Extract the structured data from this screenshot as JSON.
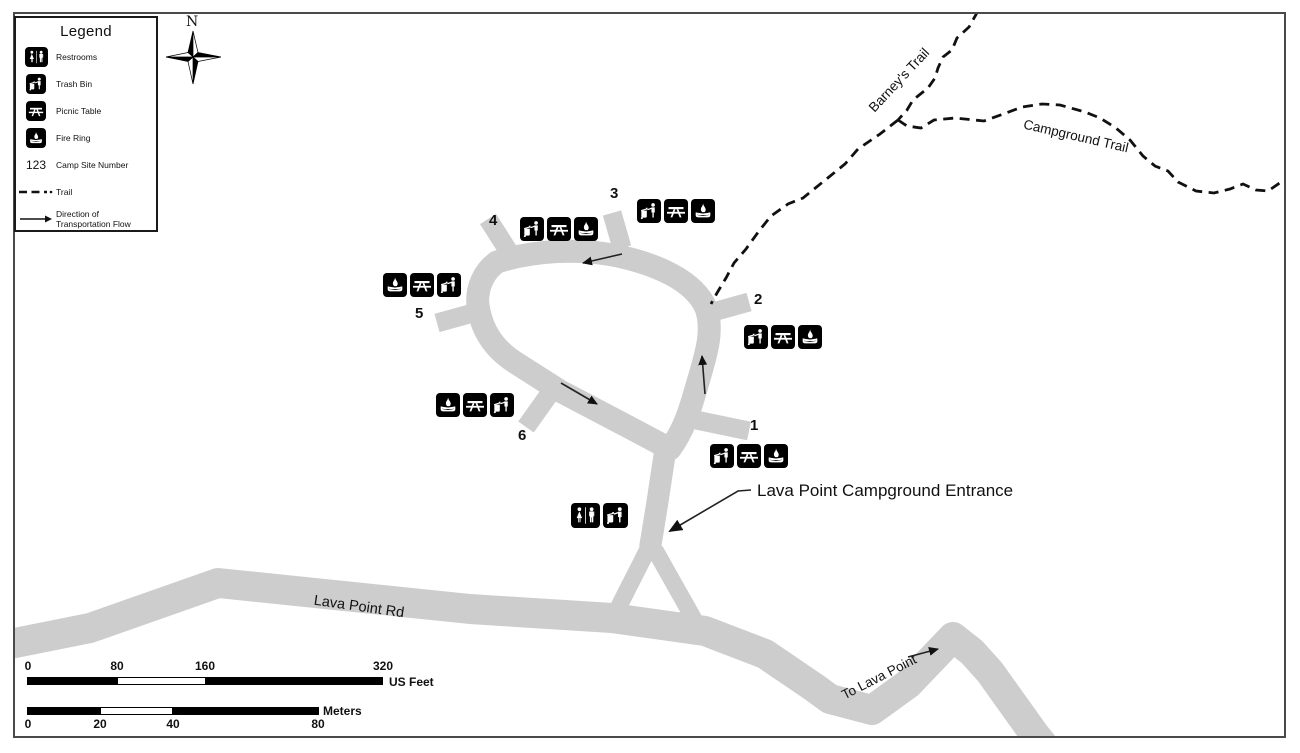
{
  "map": {
    "north_label": "N",
    "colors": {
      "road": "#cdcdcd",
      "trail": "#111111",
      "frame": "#4a4a4a"
    },
    "legend": {
      "title": "Legend",
      "items": [
        {
          "icon": "restrooms-icon",
          "label": "Restrooms"
        },
        {
          "icon": "trash-icon",
          "label": "Trash Bin"
        },
        {
          "icon": "picnic-icon",
          "label": "Picnic Table"
        },
        {
          "icon": "fire-icon",
          "label": "Fire Ring"
        },
        {
          "icon": "site-number",
          "symbol": "123",
          "label": "Camp Site Number"
        },
        {
          "icon": "trail-line",
          "label": "Trail"
        },
        {
          "icon": "flow-arrow",
          "label": "Direction of\nTransportation Flow"
        }
      ]
    },
    "labels": {
      "entrance": "Lava Point Campground Entrance",
      "road": "Lava Point Rd",
      "to_lava_point": "To Lava Point",
      "barneys_trail": "Barney's Trail",
      "campground_trail": "Campground Trail"
    },
    "sites": [
      {
        "number": "1",
        "amenities": [
          "trash-icon",
          "picnic-icon",
          "fire-icon"
        ]
      },
      {
        "number": "2",
        "amenities": [
          "trash-icon",
          "picnic-icon",
          "fire-icon"
        ]
      },
      {
        "number": "3",
        "amenities": [
          "trash-icon",
          "picnic-icon",
          "fire-icon"
        ]
      },
      {
        "number": "4",
        "amenities": [
          "trash-icon",
          "picnic-icon",
          "fire-icon"
        ]
      },
      {
        "number": "5",
        "amenities": [
          "fire-icon",
          "picnic-icon",
          "trash-icon"
        ]
      },
      {
        "number": "6",
        "amenities": [
          "fire-icon",
          "picnic-icon",
          "trash-icon"
        ]
      }
    ],
    "entrance_facilities": [
      "restrooms-icon",
      "trash-icon"
    ],
    "scale_bars": {
      "feet": {
        "ticks": [
          "0",
          "80",
          "160",
          "320"
        ],
        "unit": "US Feet"
      },
      "meters": {
        "ticks": [
          "0",
          "20",
          "40",
          "80"
        ],
        "unit": "Meters"
      }
    }
  }
}
